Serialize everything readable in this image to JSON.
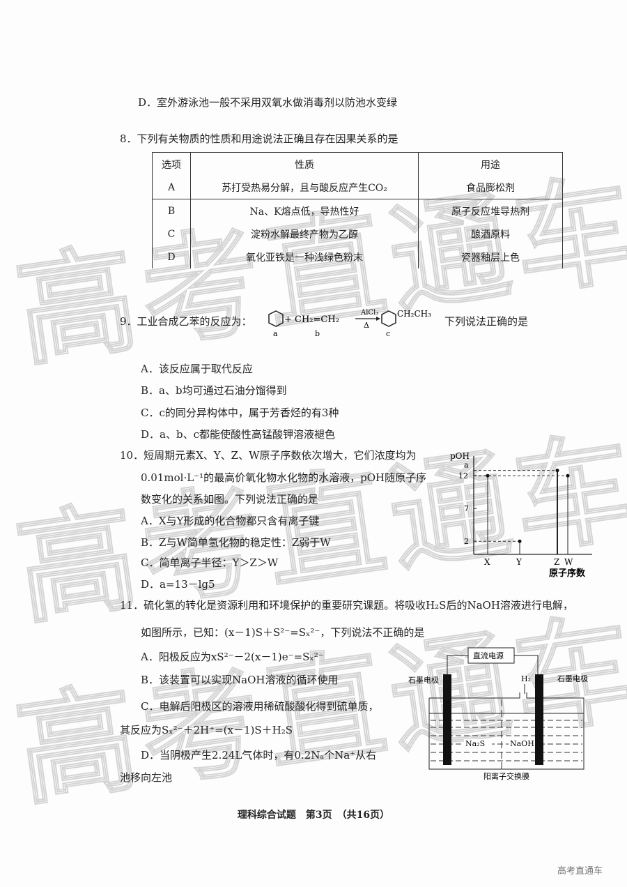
{
  "q7": {
    "option_d": "D．室外游泳池一般不采用双氧水做消毒剂以防池水变绿"
  },
  "q8": {
    "stem": "8．下列有关物质的性质和用途说法正确且存在因果关系的是",
    "headers": [
      "选项",
      "性质",
      "用途"
    ],
    "rows": [
      [
        "A",
        "苏打受热易分解，且与酸反应产生CO₂",
        "食品膨松剂"
      ],
      [
        "B",
        "Na、K熔点低，导热性好",
        "原子反应堆导热剂"
      ],
      [
        "C",
        "淀粉水解最终产物为乙醇",
        "酿酒原料"
      ],
      [
        "D",
        "氧化亚铁是一种浅绿色粉末",
        "瓷器釉层上色"
      ]
    ]
  },
  "q9": {
    "stem": "9．工业合成乙苯的反应为：",
    "stem_end": "下列说法正确的是",
    "reaction": {
      "reagent_b": "+ CH₂=CH₂",
      "catalyst": "AlCl₃",
      "condition": "Δ",
      "product_group": "CH₂CH₃",
      "labels": [
        "a",
        "b",
        "c"
      ]
    },
    "options": [
      "A．该反应属于取代反应",
      "B．a、b均可通过石油分馏得到",
      "C．c的同分异构体中，属于芳香烃的有3种",
      "D．a、b、c都能使酸性高锰酸钾溶液褪色"
    ]
  },
  "q10": {
    "stem_lines": [
      "10．短周期元素X、Y、Z、W原子序数依次增大，它们浓度均为",
      "0.01mol·L⁻¹的最高价氧化物水化物的水溶液，pOH随原子序",
      "数变化的关系如图。下列说法正确的是"
    ],
    "options": [
      "A．X与Y形成的化合物都只含有离子键",
      "B．Z与W简单氢化物的稳定性：Z弱于W",
      "C．简单离子半径：Y＞Z＞W",
      "D．a=13－lg5"
    ],
    "chart_data": {
      "type": "scatter",
      "ylabel": "pOH",
      "xlabel": "原子序数",
      "y_ticks": [
        "2",
        "7",
        "12",
        "a"
      ],
      "points": [
        {
          "label": "X",
          "pOH": 12
        },
        {
          "label": "Y",
          "pOH": 2
        },
        {
          "label": "Z",
          "pOH": 12.3
        },
        {
          "label": "W",
          "pOH": 12
        }
      ]
    }
  },
  "q11": {
    "stem_lines": [
      "11．硫化氢的转化是资源利用和环境保护的重要研究课题。将吸收H₂S后的NaOH溶液进行电解，",
      "如图所示，已知：(x－1)S＋S²⁻=Sₓ²⁻，下列说法不正确的是"
    ],
    "options": [
      "A．阳极反应为xS²⁻－2(x－1)e⁻=Sₓ²⁻",
      "B．该装置可以实现NaOH溶液的循环使用",
      "C．电解后阳极区的溶液用稀硫酸酸化得到硫单质，",
      "其反应为Sₓ²⁻＋2H⁺=(x－1)S＋H₂S",
      "D．当阴极产生2.24L气体时，有0.2Nₐ个Na⁺从右",
      "池移向左池"
    ],
    "diagram": {
      "power": "直流电源",
      "left_electrode": "石墨电极",
      "right_electrode": "石墨电极",
      "gas": "H₂",
      "left_solution": "Na₂S",
      "right_solution": "NaOH",
      "membrane": "阳离子交换膜"
    }
  },
  "footer": {
    "page": "理科综合试题　第3页　（共16页）",
    "watermark": "高考直通车"
  }
}
